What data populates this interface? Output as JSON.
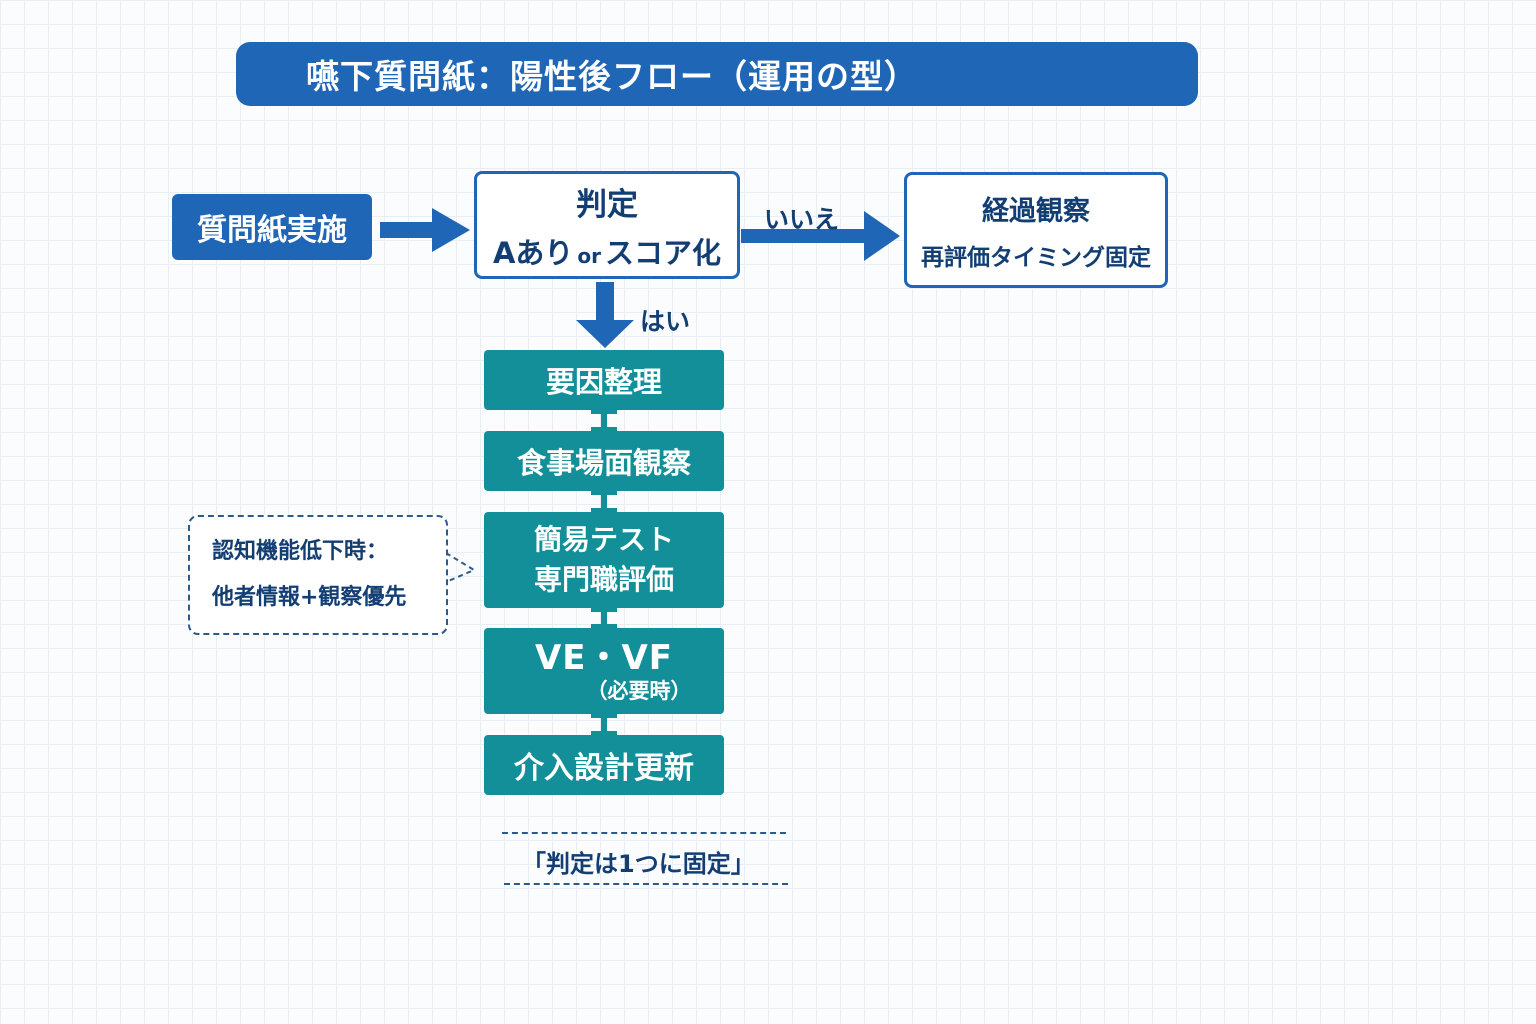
{
  "title": "嚥下質問紙：陽性後フロー（運用の型）",
  "nodes": {
    "questionnaire": "質問紙実施",
    "judgement": {
      "line1": "判定",
      "line2_a": "Aあり",
      "line2_or": "or",
      "line2_b": "スコア化"
    },
    "observation": {
      "line1": "経過観察",
      "line2": "再評価タイミング固定"
    },
    "steps": [
      {
        "line1": "要因整理"
      },
      {
        "line1": "食事場面観察"
      },
      {
        "line1": "簡易テスト",
        "line2": "専門職評価"
      },
      {
        "line1": "VE・VF",
        "line2": "（必要時）"
      },
      {
        "line1": "介入設計更新"
      }
    ]
  },
  "edges": {
    "yes": "はい",
    "no": "いいえ"
  },
  "note": {
    "line1": "認知機能低下時：",
    "line2": "他者情報+観察優先"
  },
  "footnote": "「判定は1つに固定」",
  "colors": {
    "primary_blue": "#1f66b6",
    "teal": "#138f9a",
    "text_navy": "#123e74"
  }
}
